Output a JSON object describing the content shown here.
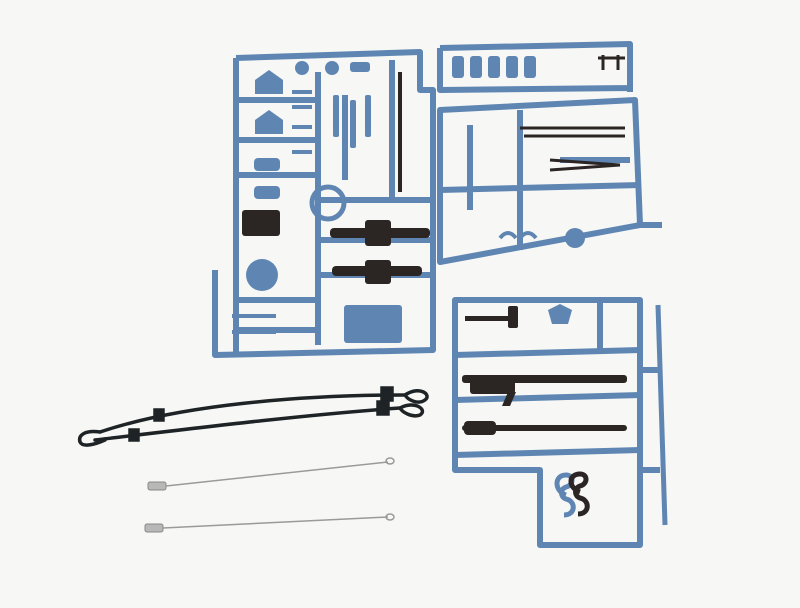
{
  "scene": {
    "description_visible_text": "",
    "colors": {
      "background": "#f7f7f5",
      "sprue_blue": "#5f86b3",
      "sprue_blue_dark": "#4b6f98",
      "dark_parts": "#2b2524",
      "tow_cable": "#1e2326",
      "wire": "#9a9a9a",
      "wire_end": "#b8b8b8"
    },
    "objects": [
      {
        "name": "sprue-frame-top-left"
      },
      {
        "name": "sprue-frame-top-right"
      },
      {
        "name": "sprue-frame-bottom-right"
      },
      {
        "name": "tow-cable-pair"
      },
      {
        "name": "wire-cable-upper"
      },
      {
        "name": "wire-cable-lower"
      }
    ]
  }
}
